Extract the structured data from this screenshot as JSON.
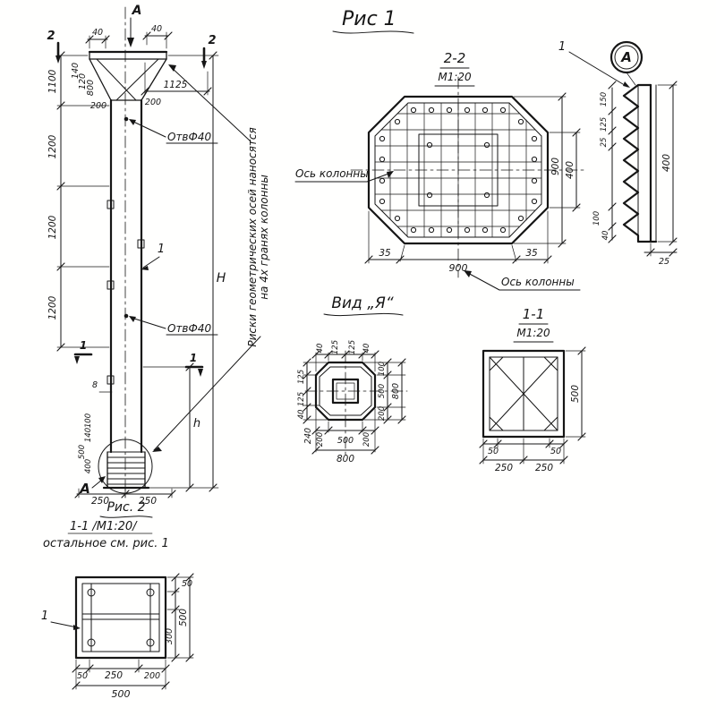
{
  "title": "Рис 1",
  "elevation": {
    "marker_a_top": "A",
    "marker_a_bottom": "A",
    "marker_2_left": "2",
    "marker_2_right": "2",
    "marker_1_left": "1",
    "marker_1_right": "1",
    "part_callout": "1",
    "hole_label_1": "ОтвФ40",
    "hole_label_2": "ОтвФ40",
    "height_total": "Н",
    "height_lower": "h",
    "wall_thickness": "8",
    "cap_dim_40_left": "40",
    "cap_dim_40_right": "40",
    "cap_dim_140": "140",
    "cap_dim_120": "120",
    "cap_dim_800": "800",
    "cap_dim_1125": "1125",
    "cap_dim_200_left": "200",
    "cap_dim_200_right": "200",
    "chain_dims": [
      "1100",
      "1200",
      "1200",
      "1200"
    ],
    "base_dims_left": [
      "100",
      "140",
      "500",
      "400"
    ],
    "base_dim_250_left": "250",
    "base_dim_250_right": "250",
    "note_vertical_line1": "Риски геометрических осей наносятся",
    "note_vertical_line2": "на 4х гранях колонны",
    "fig2_label": "Рис. 2",
    "fig2_section": "1-1 /М1:20/",
    "fig2_note": "остальное см. рис. 1"
  },
  "section22": {
    "title": "2-2",
    "scale": "М1:20",
    "axis_label_left": "Ось колонны",
    "axis_label_bottom": "Ось колонны",
    "dim_900_right": "900",
    "dim_400_right": "400",
    "dim_35_left": "35",
    "dim_900_bottom": "900",
    "dim_35_right": "35"
  },
  "detail_a": {
    "bubble": "A",
    "part_callout": "1",
    "dim_150": "150",
    "dim_125": "125",
    "dim_25": "25",
    "dim_100": "100",
    "dim_40": "40",
    "dim_400": "400",
    "dim_25_bottom": "25"
  },
  "view_ya": {
    "title": "Вид „Я“",
    "top_dims": [
      "40",
      "125",
      "125",
      "40"
    ],
    "left_dims": [
      "125",
      "125",
      "40"
    ],
    "left_dim_240": "240",
    "right_dims": [
      "100",
      "500",
      "200"
    ],
    "right_total": "800",
    "bottom_dims": [
      "200",
      "500",
      "200"
    ],
    "bottom_total": "800"
  },
  "section11": {
    "title": "1-1",
    "scale": "М1:20",
    "dim_500": "500",
    "dim_50_left": "50",
    "dim_50_right": "50",
    "dim_250_left": "250",
    "dim_250_right": "250"
  },
  "base_section": {
    "part_callout": "1",
    "dim_50_top": "50",
    "dim_500_right": "500",
    "dim_300_right": "300",
    "bottom_dims": [
      "50",
      "250",
      "200"
    ],
    "bottom_total": "500"
  }
}
